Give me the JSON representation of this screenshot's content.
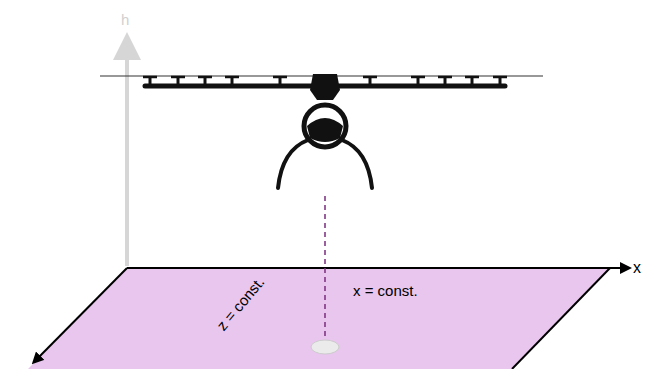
{
  "diagram": {
    "labels": [
      "h",
      "x",
      "z = const.",
      "x = const."
    ]
  }
}
